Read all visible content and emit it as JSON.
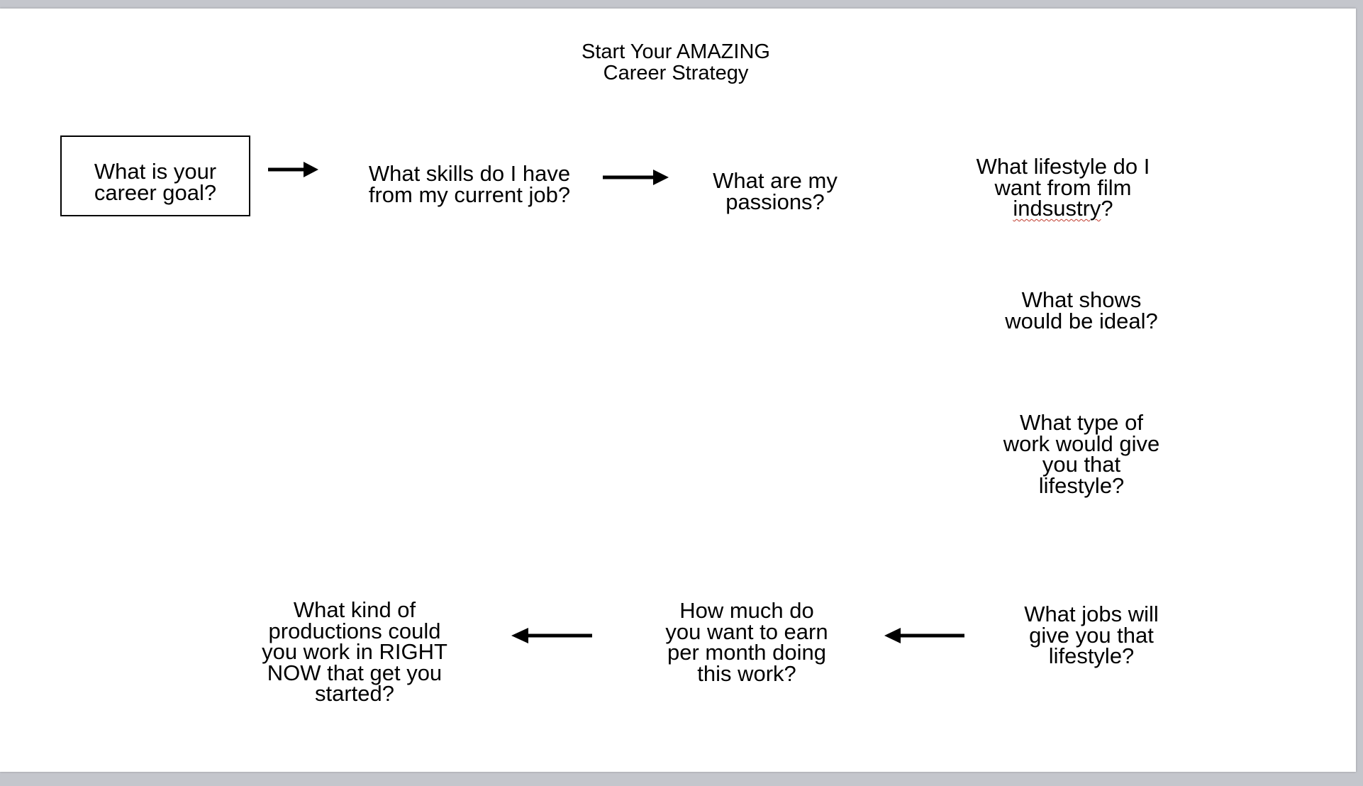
{
  "title": {
    "line1": "Start Your AMAZING",
    "line2": "Career Strategy"
  },
  "nodes": {
    "career_goal": {
      "line1": "What is your",
      "line2": "career goal?"
    },
    "skills": {
      "line1": "What skills do I have",
      "line2": "from my current job?"
    },
    "passions": {
      "line1": "What are my",
      "line2": "passions?"
    },
    "lifestyle": {
      "line1": "What lifestyle do I",
      "line2": "want from film",
      "line3_word": "indsustry",
      "line3_tail": "?"
    },
    "shows": {
      "line1": "What shows",
      "line2": "would be ideal?"
    },
    "work_type": {
      "line1": "What type of",
      "line2": "work would give",
      "line3": "you that",
      "line4": "lifestyle?"
    },
    "jobs": {
      "line1": "What jobs will",
      "line2": "give you that",
      "line3": "lifestyle?"
    },
    "earnings": {
      "line1": "How much do",
      "line2": "you want to earn",
      "line3": "per month doing",
      "line4": "this work?"
    },
    "productions": {
      "line1": "What kind of",
      "line2": "productions could",
      "line3": "you work in RIGHT",
      "line4": "NOW that get you",
      "line5": "started?"
    }
  },
  "colors": {
    "slide_background": "#ffffff",
    "window_background": "#c4c6cc",
    "text": "#000000",
    "spellcheck_underline": "#c0392b"
  }
}
